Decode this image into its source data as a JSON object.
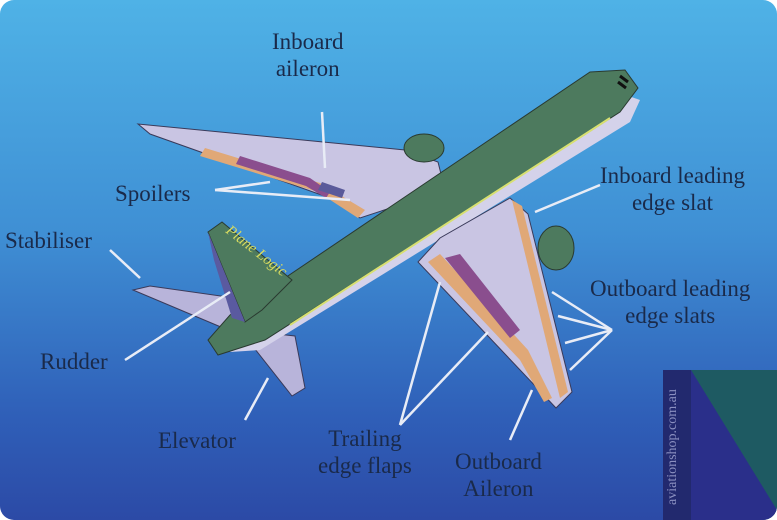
{
  "title": "Aircraft control surfaces",
  "labels": {
    "inboard_aileron": [
      "Inboard",
      "aileron"
    ],
    "spoilers": "Spoilers",
    "stabiliser": "Stabiliser",
    "rudder": "Rudder",
    "elevator": "Elevator",
    "trailing_edge_flaps": [
      "Trailing",
      "edge flaps"
    ],
    "outboard_aileron": [
      "Outboard",
      "Aileron"
    ],
    "inboard_leading_edge_slat": [
      "Inboard leading",
      "edge slat"
    ],
    "outboard_leading_edge_slats": [
      "Outboard leading",
      "edge slats"
    ]
  },
  "tail_logo": "Plane Logic",
  "watermark": "aviationshop.com.au",
  "colors": {
    "fuselage": "#4d7a5e",
    "wing": "#c9c5e3",
    "flap": "#e0a877",
    "spoiler": "#8a4e8e",
    "arrow": "#e8ecf6"
  }
}
